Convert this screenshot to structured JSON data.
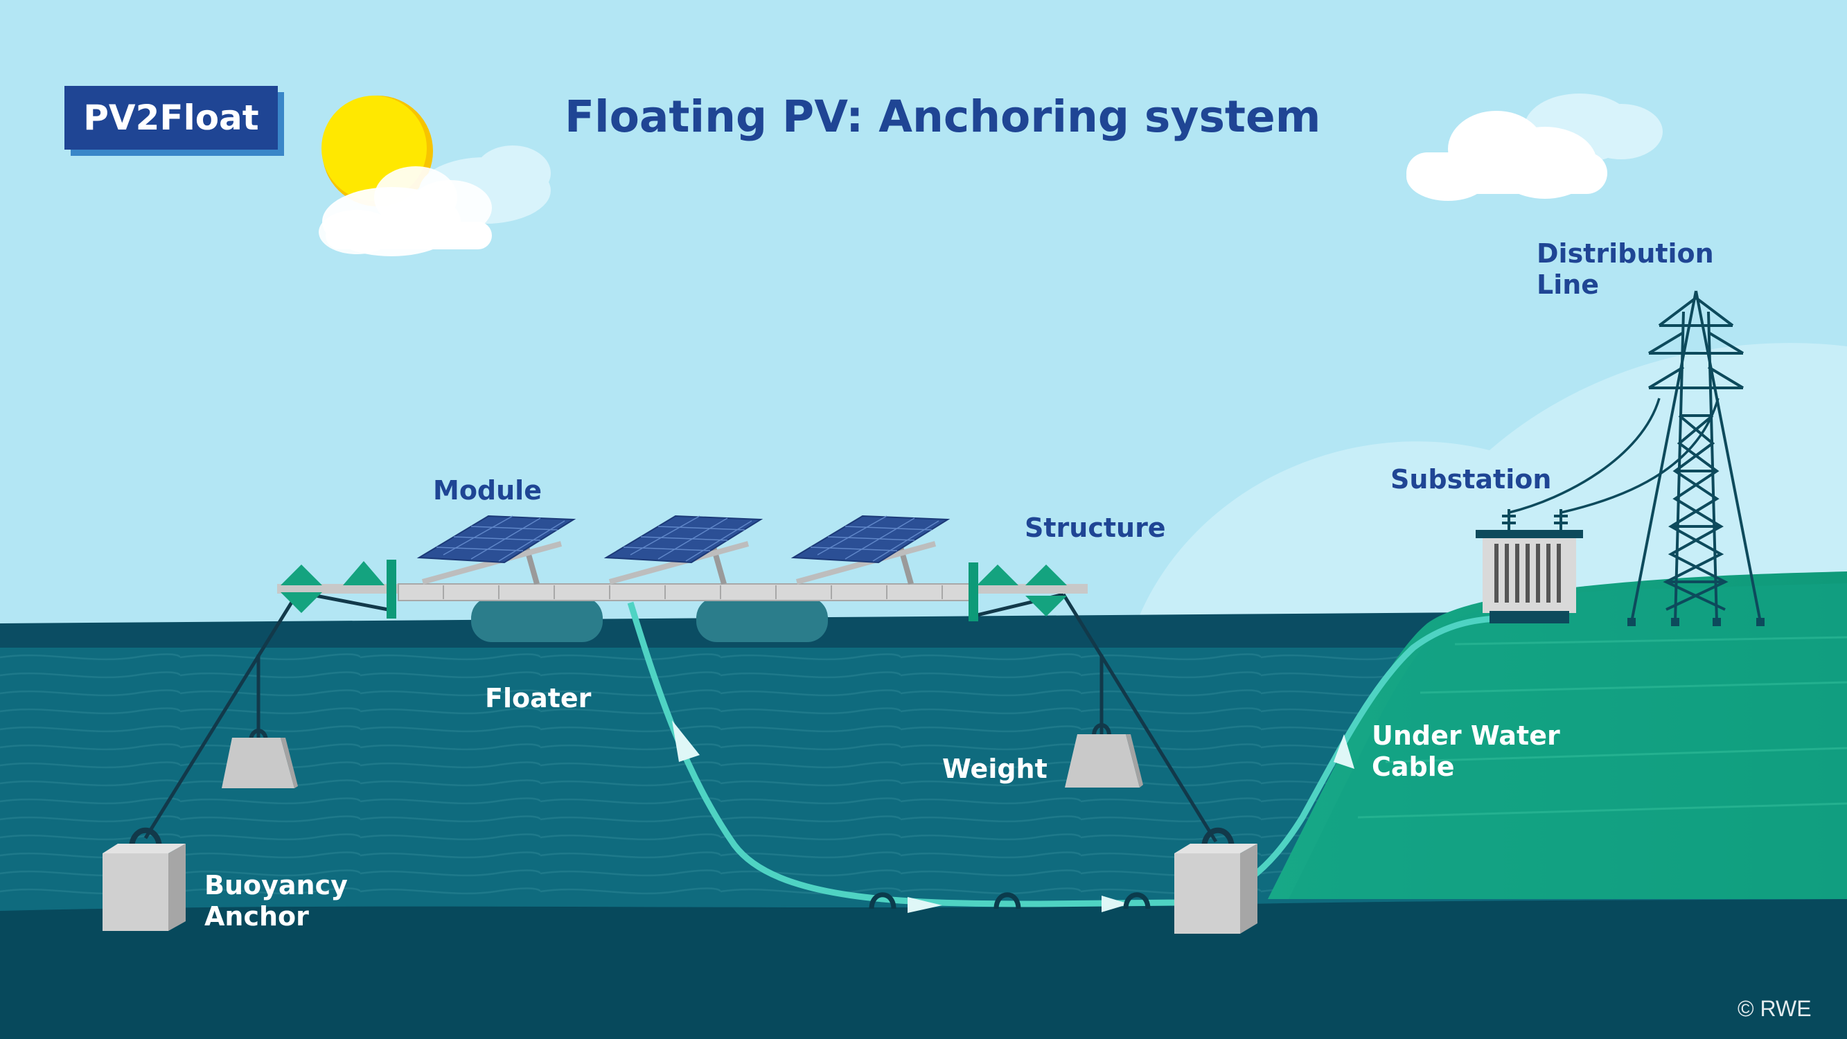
{
  "title": "Floating PV: Anchoring system",
  "logo": {
    "text": "PV2Float"
  },
  "labels": {
    "module": "Module",
    "structure": "Structure",
    "floater": "Floater",
    "weight": "Weight",
    "buoyancy_anchor": [
      "Buoyancy",
      "Anchor"
    ],
    "under_water_cable": [
      "Under Water",
      "Cable"
    ],
    "substation": "Substation",
    "distribution_line": [
      "Distribution",
      "Line"
    ]
  },
  "copyright": "© RWE",
  "colors": {
    "sky": "#b3e6f4",
    "title_blue": "#1f4594",
    "water_surface": "#0b4d63",
    "water_body": "#0f6b7e",
    "seabed": "#07495c",
    "land": "#1aa888",
    "cable": "#4fd3c3",
    "sun": "#ffe800"
  }
}
